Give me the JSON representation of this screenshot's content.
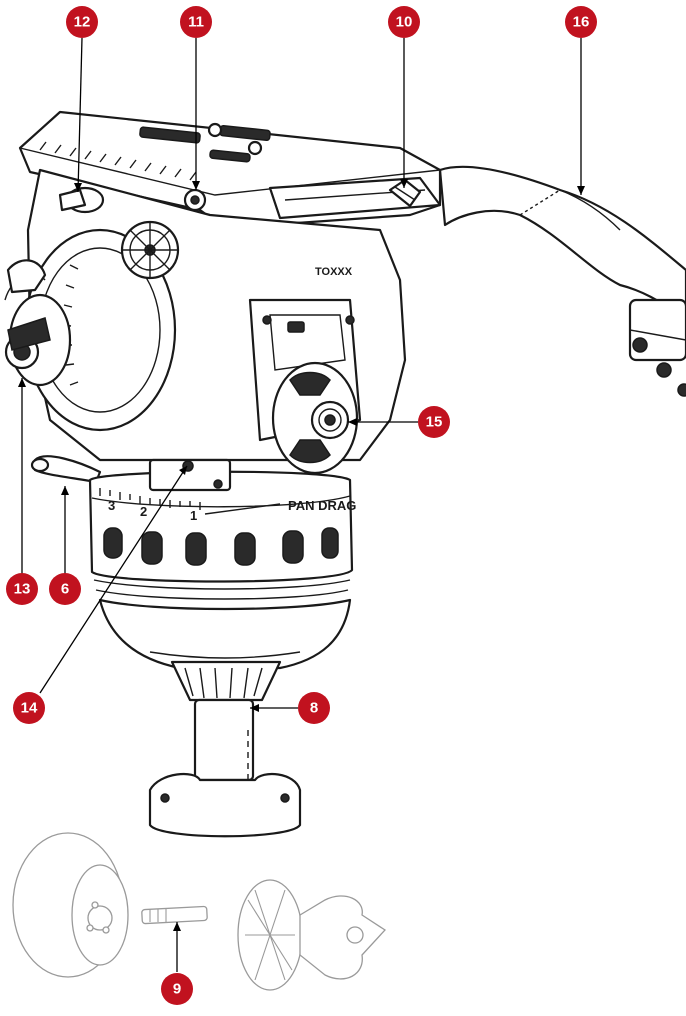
{
  "diagram": {
    "labels": {
      "pan_drag": "PAN DRAG",
      "model_marking": "TOXXX",
      "scale_numbers": [
        "3",
        "2",
        "1"
      ]
    },
    "callouts": [
      {
        "number": "12"
      },
      {
        "number": "11"
      },
      {
        "number": "10"
      },
      {
        "number": "16"
      },
      {
        "number": "15"
      },
      {
        "number": "13"
      },
      {
        "number": "6"
      },
      {
        "number": "14"
      },
      {
        "number": "8"
      },
      {
        "number": "9"
      }
    ],
    "colors": {
      "callout": "#c1121f",
      "callout_text": "#ffffff",
      "line_art": "#1a1a1a",
      "faded_parts": "#9a9a9a"
    },
    "icons": [
      "numbered-callout-icon"
    ]
  }
}
